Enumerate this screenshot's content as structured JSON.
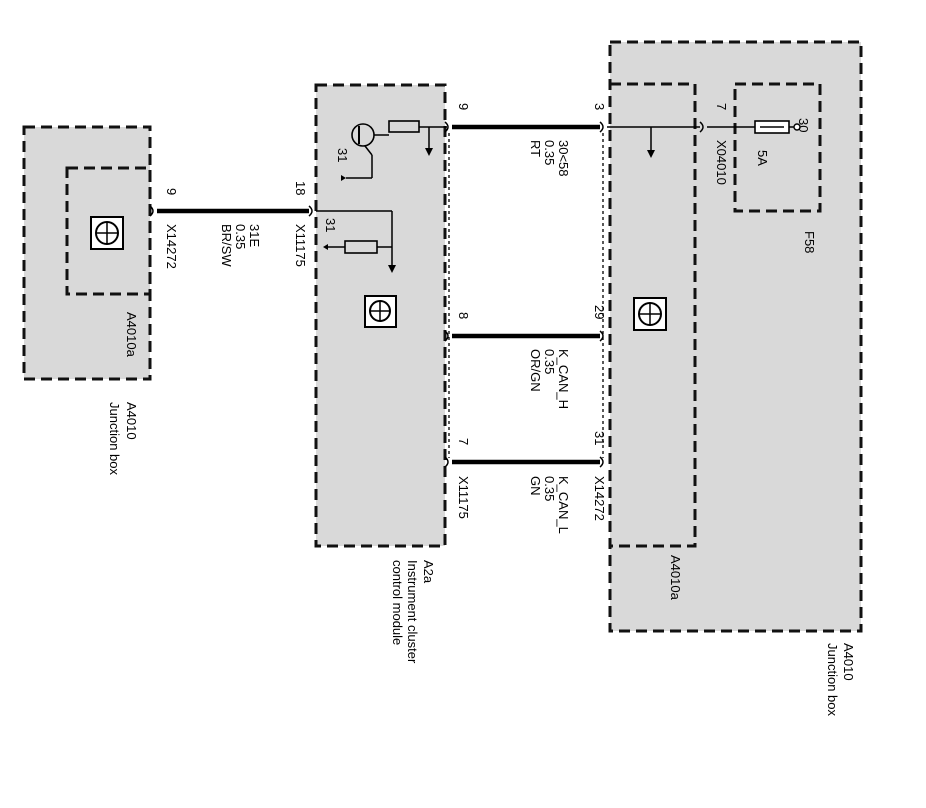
{
  "components": {
    "jb_left": {
      "id": "A4010",
      "name": "Junction box",
      "sub_id": "A4010a"
    },
    "cluster": {
      "id": "A2a",
      "name_line1": "Instrument cluster",
      "name_line2": "control module",
      "connector": "X11175",
      "pins": {
        "a": "18",
        "b": "9",
        "c": "8",
        "d": "7"
      }
    },
    "jb_right": {
      "id": "A4010",
      "name": "Junction box",
      "sub_id": "A4010a",
      "connector": "X14272",
      "pins": {
        "a": "3",
        "b": "29",
        "c": "31"
      }
    },
    "fuse": {
      "id": "F58",
      "rating": "5A",
      "terminal": "30",
      "connector": "X04010",
      "pin": "7"
    }
  },
  "wires": {
    "w1": {
      "pin_left": "9",
      "connector_left": "X14272",
      "signal": "31E",
      "size": "0.35",
      "color": "BR/SW"
    },
    "w2": {
      "signal": "30<58",
      "size": "0.35",
      "color": "RT"
    },
    "w3": {
      "signal": "K_CAN_H",
      "size": "0.35",
      "color": "OR/GN"
    },
    "w4": {
      "signal": "K_CAN_L",
      "size": "0.35",
      "color": "GN"
    }
  },
  "ground_label": "31"
}
